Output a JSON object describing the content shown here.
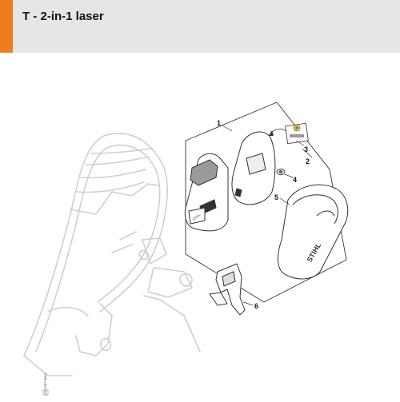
{
  "header": {
    "title": "T - 2-in-1 laser",
    "accent_color": "#f07c1e",
    "background_color": "#e6e6e6"
  },
  "diagram": {
    "callouts": [
      {
        "id": "1",
        "label": "1"
      },
      {
        "id": "2",
        "label": "2"
      },
      {
        "id": "3",
        "label": "3"
      },
      {
        "id": "4",
        "label": "4"
      },
      {
        "id": "5",
        "label": "5"
      },
      {
        "id": "6",
        "label": "6"
      }
    ],
    "brand_mark": "STIHL",
    "reference_code": "1160-GET-8817"
  }
}
